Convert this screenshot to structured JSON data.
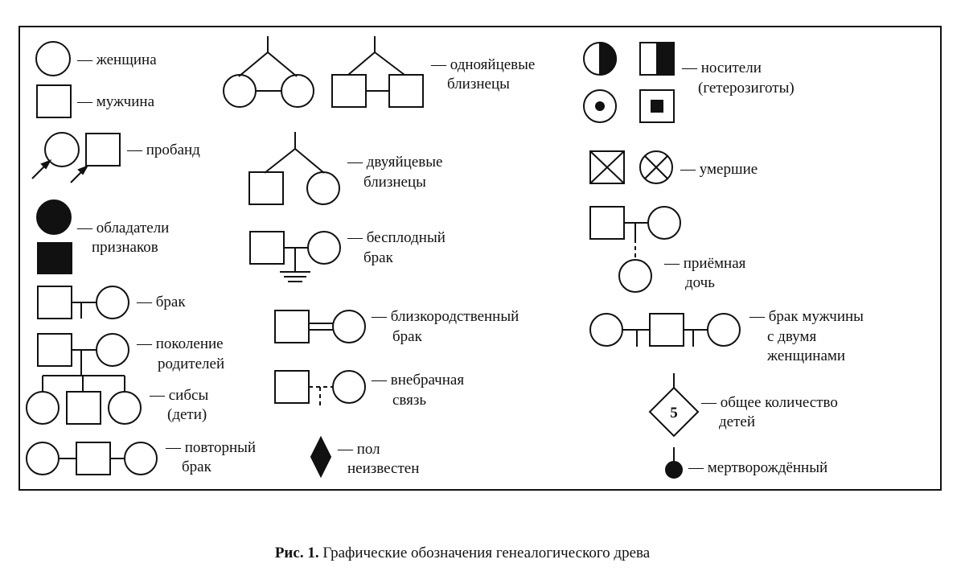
{
  "labels": {
    "woman": "— женщина",
    "man": "— мужчина",
    "proband": "— пробанд",
    "affected_1": "— обладатели",
    "affected_2": "признаков",
    "marriage": "— брак",
    "parents_1": "— поколение",
    "parents_2": "родителей",
    "sibs_1": "— сибсы",
    "sibs_2": "(дети)",
    "remarriage_1": "— повторный",
    "remarriage_2": "брак",
    "mono_twins_1": "— однояйцевые",
    "mono_twins_2": "близнецы",
    "di_twins_1": "— двуяйцевые",
    "di_twins_2": "близнецы",
    "infertile_1": "— бесплодный",
    "infertile_2": "брак",
    "consang_1": "— близкородственный",
    "consang_2": "брак",
    "extramarital_1": "— внебрачная",
    "extramarital_2": "связь",
    "sex_unknown_1": "— пол",
    "sex_unknown_2": "неизвестен",
    "carriers_1": "— носители",
    "carriers_2": "(гетерозиготы)",
    "deceased": "— умершие",
    "adopted_1": "— приёмная",
    "adopted_2": "дочь",
    "two_wives_1": "— брак мужчины",
    "two_wives_2": "с двумя",
    "two_wives_3": "женщинами",
    "total_1": "— общее количество",
    "total_2": "детей",
    "total_number": "5",
    "stillborn": "— мертворождённый"
  },
  "caption": {
    "prefix": "Рис. 1.",
    "text": " Графические обозначения генеалогического древа"
  },
  "colors": {
    "ink": "#111111",
    "paper": "#ffffff"
  }
}
